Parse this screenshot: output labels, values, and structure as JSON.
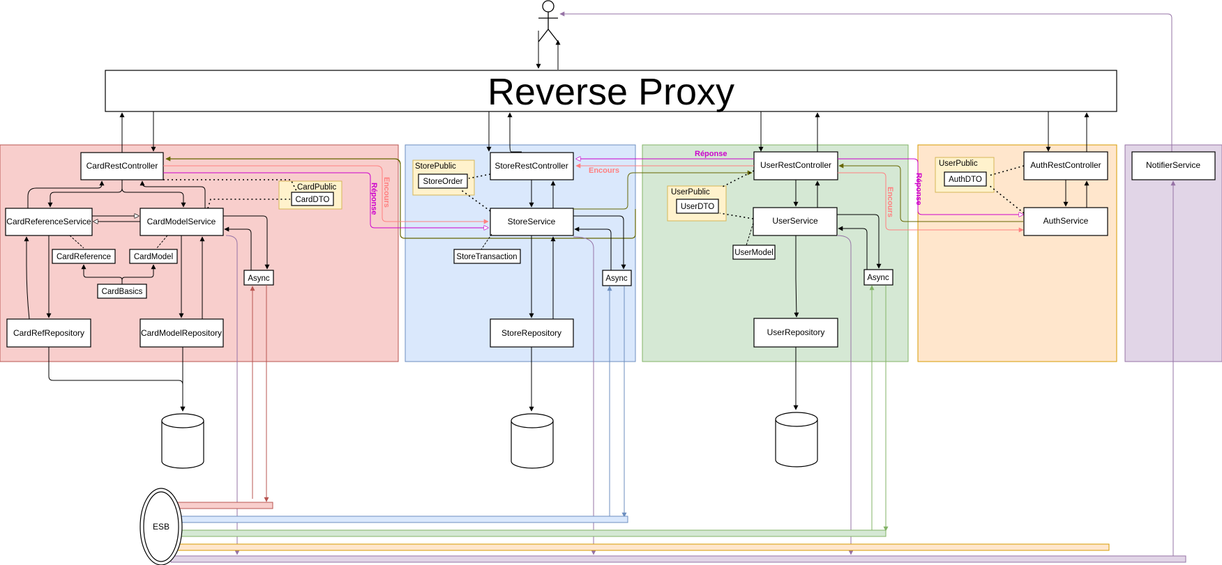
{
  "title": "Reverse Proxy",
  "colors": {
    "card_zone": "#f8cecc",
    "card_zone_border": "#b85450",
    "store_zone": "#dae8fc",
    "store_zone_border": "#6c8ebf",
    "user_zone": "#d5e8d4",
    "user_zone_border": "#82b366",
    "auth_zone": "#ffe6cc",
    "auth_zone_border": "#d79b00",
    "notifier_zone": "#e1d5e7",
    "notifier_zone_border": "#9673a6",
    "public_pkg": "#fff2cc",
    "public_pkg_border": "#d6b656",
    "reponse": "#cc00cc",
    "encours": "#ff8080",
    "olive": "#666600"
  },
  "card": {
    "rest": "CardRestController",
    "refService": "CardReferenceService",
    "modelService": "CardModelService",
    "reference": "CardReference",
    "model": "CardModel",
    "basics": "CardBasics",
    "refRepo": "CardRefRepository",
    "modelRepo": "CardModelRepository",
    "async": "Async",
    "publicTitle": "CardPublic",
    "dto": "CardDTO"
  },
  "store": {
    "rest": "StoreRestController",
    "service": "StoreService",
    "transaction": "StoreTransaction",
    "repo": "StoreRepository",
    "async": "Async",
    "publicTitle": "StorePublic",
    "order": "StoreOrder"
  },
  "user": {
    "rest": "UserRestController",
    "service": "UserService",
    "model": "UserModel",
    "repo": "UserRepository",
    "async": "Async",
    "publicTitle": "UserPublic",
    "dto": "UserDTO"
  },
  "auth": {
    "rest": "AuthRestController",
    "service": "AuthService",
    "publicTitle": "UserPublic",
    "dto": "AuthDTO"
  },
  "notifier": "NotifierService",
  "esb": "ESB",
  "labels": {
    "reponse": "Réponse",
    "encours": "Encours"
  }
}
